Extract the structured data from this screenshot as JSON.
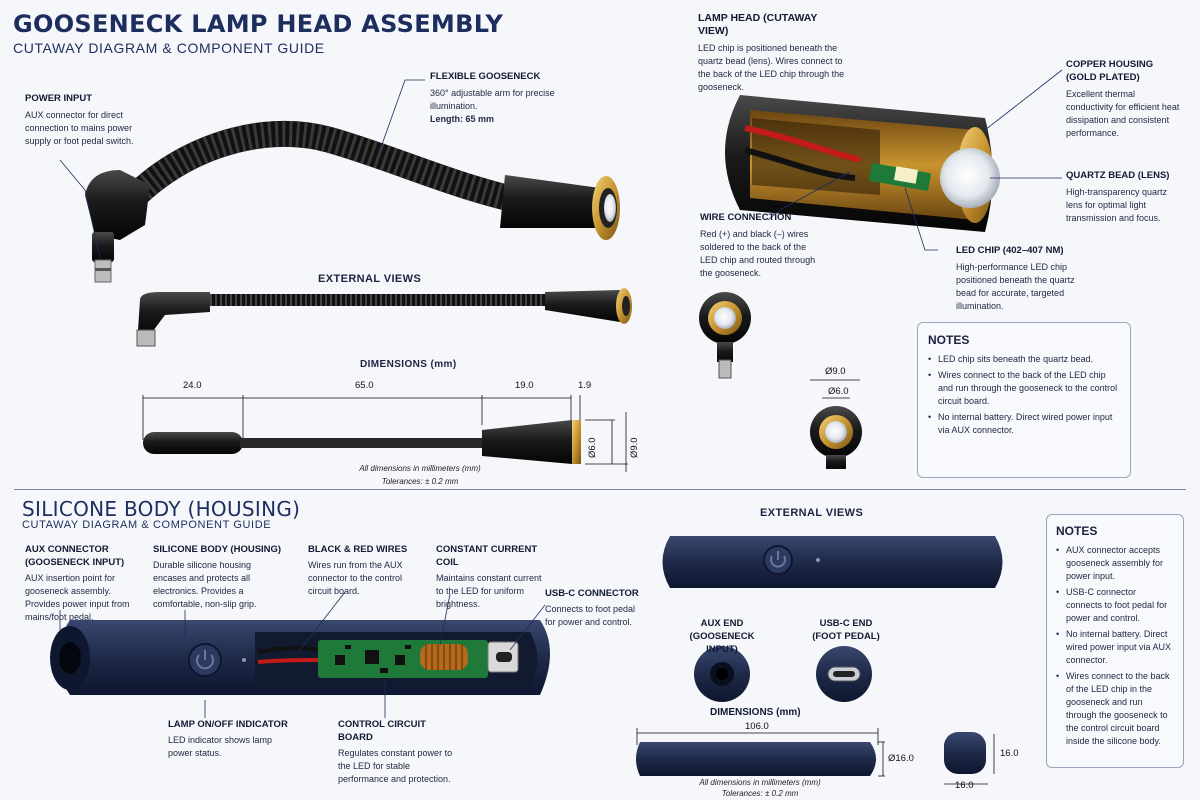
{
  "top": {
    "title": "GOOSENECK LAMP HEAD ASSEMBLY",
    "subtitle": "CUTAWAY DIAGRAM & COMPONENT GUIDE",
    "power_input": {
      "label": "POWER INPUT",
      "desc": "AUX connector for direct connection to mains power supply or foot pedal switch."
    },
    "flexible_gooseneck": {
      "label": "FLEXIBLE GOOSENECK",
      "desc": "360° adjustable arm for precise illumination.",
      "length": "Length: 65 mm"
    },
    "external_views": "EXTERNAL VIEWS",
    "dimensions": {
      "title": "DIMENSIONS (mm)",
      "d1": "24.0",
      "d2": "65.0",
      "d3": "19.0",
      "d4": "1.9",
      "dia1": "Ø6.0",
      "dia2": "Ø9.0",
      "note1": "All dimensions in millimeters (mm)",
      "note2": "Tolerances: ± 0.2 mm"
    },
    "lamp_head": {
      "label": "LAMP HEAD (CUTAWAY VIEW)",
      "desc": "LED chip is positioned beneath the quartz bead (lens). Wires connect to the back of the LED chip through the gooseneck."
    },
    "copper_housing": {
      "label": "COPPER HOUSING (GOLD PLATED)",
      "desc": "Excellent thermal conductivity for efficient heat dissipation and consistent performance."
    },
    "quartz_bead": {
      "label": "QUARTZ BEAD (LENS)",
      "desc": "High-transparency quartz lens for optimal light transmission and focus."
    },
    "wire_connection": {
      "label": "WIRE CONNECTION",
      "desc": "Red (+) and black (–) wires soldered to the back of the LED chip and routed through the gooseneck."
    },
    "led_chip": {
      "label": "LED CHIP (402–407 nm)",
      "desc": "High-performance LED chip positioned beneath the quartz bead for accurate, targeted illumination."
    },
    "head_dims": {
      "d9": "Ø9.0",
      "d6": "Ø6.0"
    },
    "notes": {
      "title": "NOTES",
      "items": [
        "LED chip sits beneath the quartz bead.",
        "Wires connect to the back of the LED chip and run through the gooseneck to the control circuit board.",
        "No internal battery. Direct wired power input via AUX connector."
      ]
    }
  },
  "bottom": {
    "title": "SILICONE BODY (HOUSING)",
    "subtitle": "CUTAWAY DIAGRAM & COMPONENT GUIDE",
    "aux_connector": {
      "label": "AUX CONNECTOR (GOOSENECK INPUT)",
      "desc": "AUX insertion point for gooseneck assembly. Provides power input from mains/foot pedal."
    },
    "silicone_body": {
      "label": "SILICONE BODY (HOUSING)",
      "desc": "Durable silicone housing encases and protects all electronics. Provides a comfortable, non-slip grip."
    },
    "wires": {
      "label": "BLACK & RED WIRES",
      "desc": "Wires run from the AUX connector to the control circuit board."
    },
    "coil": {
      "label": "CONSTANT CURRENT COIL",
      "desc": "Maintains constant current to the LED for uniform brightness."
    },
    "usbc": {
      "label": "USB-C CONNECTOR",
      "desc": "Connects to foot pedal for power and control."
    },
    "indicator": {
      "label": "LAMP ON/OFF INDICATOR",
      "desc": "LED indicator shows lamp power status."
    },
    "board": {
      "label": "CONTROL CIRCUIT BOARD",
      "desc": "Regulates constant power to the LED for stable performance and protection."
    },
    "external_views": "EXTERNAL VIEWS",
    "aux_end": "AUX END (GOOSENECK INPUT)",
    "usbc_end": "USB-C END (FOOT PEDAL)",
    "dimensions": {
      "title": "DIMENSIONS (mm)",
      "length": "106.0",
      "dia": "Ø16.0",
      "h": "16.0",
      "w": "16.0",
      "note1": "All dimensions in millimeters (mm)",
      "note2": "Tolerances: ± 0.2 mm"
    },
    "notes": {
      "title": "NOTES",
      "items": [
        "AUX connector accepts gooseneck assembly for power input.",
        "USB-C connector connects to foot pedal for power and control.",
        "No internal battery. Direct wired power input via AUX connector.",
        "Wires connect to the back of the LED chip in the gooseneck and run through the gooseneck to the control circuit board inside the silicone body."
      ]
    }
  },
  "colors": {
    "navy": "#1c2d5e",
    "gold": "#c8942e",
    "body": "#1e2a48",
    "pcb": "#1f7a3a",
    "copper": "#b87333"
  }
}
